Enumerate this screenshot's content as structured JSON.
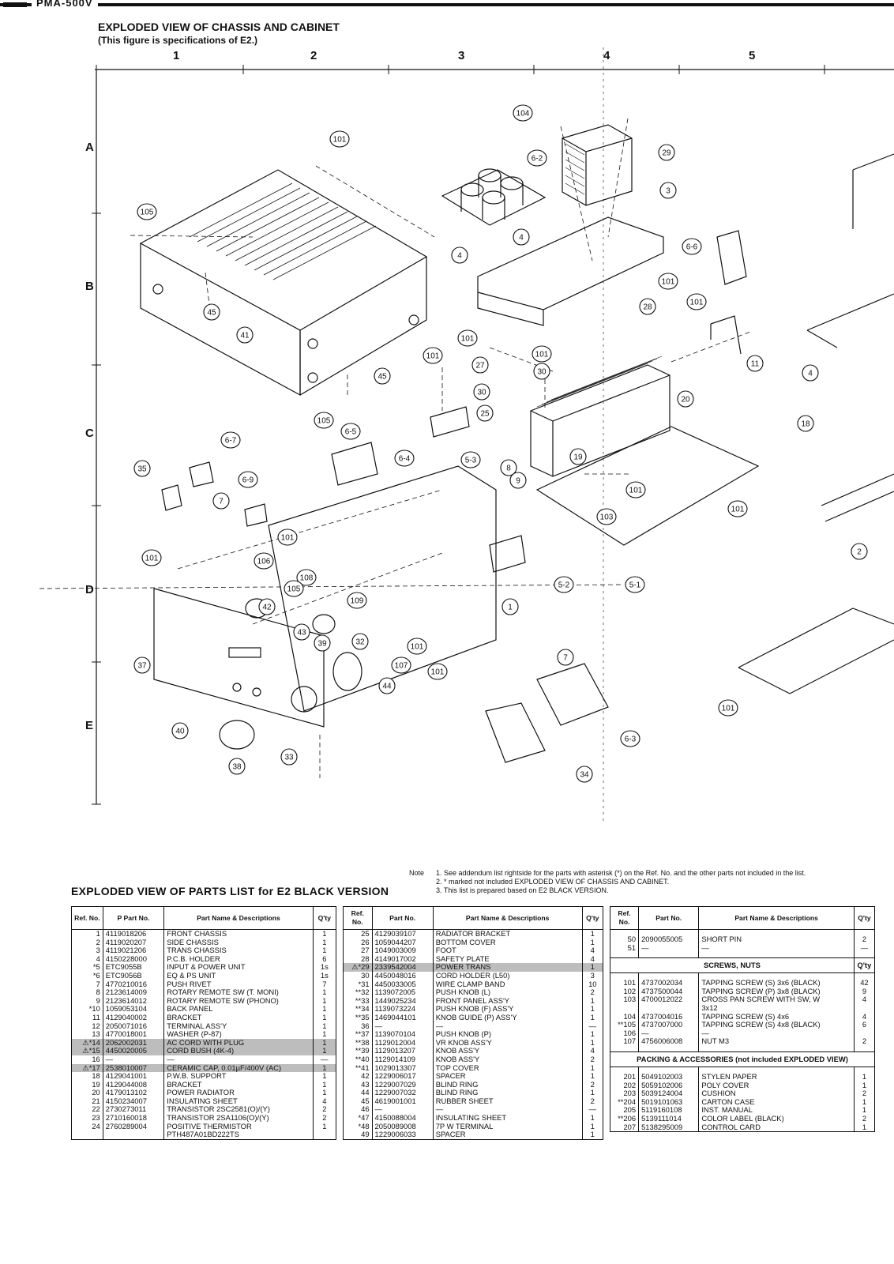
{
  "header": {
    "model": "PMA-500V",
    "title": "EXPLODED VIEW OF CHASSIS AND CABINET",
    "subtitle": "(This figure is specifications of E2.)"
  },
  "grid": {
    "columns": [
      "1",
      "2",
      "3",
      "4",
      "5"
    ],
    "rows": [
      "A",
      "B",
      "C",
      "D",
      "E"
    ]
  },
  "callouts": [
    {
      "id": "101",
      "label": "101"
    },
    {
      "id": "105a",
      "label": "105"
    },
    {
      "id": "45a",
      "label": "45"
    },
    {
      "id": "41",
      "label": "41"
    },
    {
      "id": "45b",
      "label": "45"
    },
    {
      "id": "105b",
      "label": "105"
    },
    {
      "id": "104",
      "label": "104"
    },
    {
      "id": "6-2",
      "label": "6-2"
    },
    {
      "id": "29",
      "label": "29"
    },
    {
      "id": "3",
      "label": "3"
    },
    {
      "id": "4a",
      "label": "4"
    },
    {
      "id": "4b",
      "label": "4"
    },
    {
      "id": "6-6",
      "label": "6-6"
    },
    {
      "id": "101b",
      "label": "101"
    },
    {
      "id": "101c",
      "label": "101"
    },
    {
      "id": "28",
      "label": "28"
    },
    {
      "id": "101d",
      "label": "101"
    },
    {
      "id": "101e",
      "label": "101"
    },
    {
      "id": "27",
      "label": "27"
    },
    {
      "id": "30a",
      "label": "30"
    },
    {
      "id": "11",
      "label": "11"
    },
    {
      "id": "4c",
      "label": "4"
    },
    {
      "id": "101f",
      "label": "101"
    },
    {
      "id": "30b",
      "label": "30"
    },
    {
      "id": "20",
      "label": "20"
    },
    {
      "id": "25",
      "label": "25"
    },
    {
      "id": "18",
      "label": "18"
    },
    {
      "id": "6-7",
      "label": "6-7"
    },
    {
      "id": "6-5",
      "label": "6-5"
    },
    {
      "id": "6-4",
      "label": "6-4"
    },
    {
      "id": "19",
      "label": "19"
    },
    {
      "id": "35",
      "label": "35"
    },
    {
      "id": "6-9",
      "label": "6-9"
    },
    {
      "id": "5-3",
      "label": "5-3"
    },
    {
      "id": "8",
      "label": "8"
    },
    {
      "id": "9",
      "label": "9"
    },
    {
      "id": "101g",
      "label": "101"
    },
    {
      "id": "7a",
      "label": "7"
    },
    {
      "id": "103",
      "label": "103"
    },
    {
      "id": "101h",
      "label": "101"
    },
    {
      "id": "101i",
      "label": "101"
    },
    {
      "id": "101j",
      "label": "101"
    },
    {
      "id": "106",
      "label": "106"
    },
    {
      "id": "108",
      "label": "108"
    },
    {
      "id": "105c",
      "label": "105"
    },
    {
      "id": "5-2",
      "label": "5-2"
    },
    {
      "id": "5-1",
      "label": "5-1"
    },
    {
      "id": "2",
      "label": "2"
    },
    {
      "id": "42",
      "label": "42"
    },
    {
      "id": "109",
      "label": "109"
    },
    {
      "id": "1",
      "label": "1"
    },
    {
      "id": "43",
      "label": "43"
    },
    {
      "id": "39",
      "label": "39"
    },
    {
      "id": "32",
      "label": "32"
    },
    {
      "id": "101k",
      "label": "101"
    },
    {
      "id": "37",
      "label": "37"
    },
    {
      "id": "107",
      "label": "107"
    },
    {
      "id": "101l",
      "label": "101"
    },
    {
      "id": "7b",
      "label": "7"
    },
    {
      "id": "44",
      "label": "44"
    },
    {
      "id": "40",
      "label": "40"
    },
    {
      "id": "101m",
      "label": "101"
    },
    {
      "id": "6-3",
      "label": "6-3"
    },
    {
      "id": "38",
      "label": "38"
    },
    {
      "id": "33",
      "label": "33"
    },
    {
      "id": "34",
      "label": "34"
    }
  ],
  "notes": {
    "label": "Note",
    "items": [
      "1.  See addendum list rightside for the parts with asterisk (*) on the Ref. No. and the other parts not included in the list.",
      "2.  * marked not included EXPLODED VIEW OF CHASSIS AND CABINET.",
      "3.  This list is prepared based on E2 BLACK VERSION."
    ]
  },
  "parts_list": {
    "title": "EXPLODED VIEW OF PARTS LIST for E2 BLACK VERSION",
    "headers": {
      "ref": "Ref. No.",
      "pno": "P Part No.",
      "part": "Part No.",
      "desc": "Part Name & Descriptions",
      "qty": "Q'ty"
    },
    "col1": [
      {
        "ref": "1",
        "part": "4119018206",
        "desc": "FRONT CHASSIS",
        "qty": "1"
      },
      {
        "ref": "2",
        "part": "4119020207",
        "desc": "SIDE CHASSIS",
        "qty": "1"
      },
      {
        "ref": "3",
        "part": "4119021206",
        "desc": "TRANS CHASSIS",
        "qty": "1"
      },
      {
        "ref": "4",
        "part": "4150228000",
        "desc": "P.C.B. HOLDER",
        "qty": "6"
      },
      {
        "ref": "*5",
        "part": "ETC9055B",
        "desc": "INPUT & POWER UNIT",
        "qty": "1s"
      },
      {
        "ref": "*6",
        "part": "ETC9056B",
        "desc": "EQ & PS UNIT",
        "qty": "1s"
      },
      {
        "ref": "7",
        "part": "4770210016",
        "desc": "PUSH RIVET",
        "qty": "7"
      },
      {
        "ref": "8",
        "part": "2123614009",
        "desc": "ROTARY REMOTE SW (T. MONI)",
        "qty": "1"
      },
      {
        "ref": "9",
        "part": "2123614012",
        "desc": "ROTARY REMOTE SW (PHONO)",
        "qty": "1"
      },
      {
        "ref": "*10",
        "part": "1059053104",
        "desc": "BACK PANEL",
        "qty": "1"
      },
      {
        "ref": "11",
        "part": "4129040002",
        "desc": "BRACKET",
        "qty": "1"
      },
      {
        "ref": "12",
        "part": "2050071016",
        "desc": "TERMINAL ASS'Y",
        "qty": "1"
      },
      {
        "ref": "13",
        "part": "4770018001",
        "desc": "WASHER (P-87)",
        "qty": "1"
      },
      {
        "ref": "⚠*14",
        "part": "2062002031",
        "desc": "AC CORD WITH PLUG",
        "qty": "1",
        "hl": true
      },
      {
        "ref": "⚠*15",
        "part": "4450020005",
        "desc": "CORD BUSH (4K-4)",
        "qty": "1",
        "hl": true
      },
      {
        "ref": "16",
        "part": "—",
        "desc": "—",
        "qty": "—"
      },
      {
        "ref": "⚠*17",
        "part": "2538010007",
        "desc": "CERAMIC CAP, 0.01µF/400V (AC)",
        "qty": "1",
        "hl": true
      },
      {
        "ref": "18",
        "part": "4129041001",
        "desc": "P.W.B. SUPPORT",
        "qty": "1"
      },
      {
        "ref": "19",
        "part": "4129044008",
        "desc": "BRACKET",
        "qty": "1"
      },
      {
        "ref": "20",
        "part": "4179013102",
        "desc": "POWER RADIATOR",
        "qty": "1"
      },
      {
        "ref": "21",
        "part": "4150234007",
        "desc": "INSULATING SHEET",
        "qty": "4"
      },
      {
        "ref": "22",
        "part": "2730273011",
        "desc": "TRANSISTOR 2SC2581(O)/(Y)",
        "qty": "2"
      },
      {
        "ref": "23",
        "part": "2710160018",
        "desc": "TRANSISTOR 2SA1106(O)/(Y)",
        "qty": "2"
      },
      {
        "ref": "24",
        "part": "2760289004",
        "desc": "POSITIVE THERMISTOR",
        "qty": "1"
      },
      {
        "ref": "",
        "part": "",
        "desc": "PTH487A01BD222TS",
        "qty": ""
      }
    ],
    "col2": [
      {
        "ref": "25",
        "part": "4129039107",
        "desc": "RADIATOR BRACKET",
        "qty": "1"
      },
      {
        "ref": "26",
        "part": "1059044207",
        "desc": "BOTTOM COVER",
        "qty": "1"
      },
      {
        "ref": "27",
        "part": "1049003009",
        "desc": "FOOT",
        "qty": "4"
      },
      {
        "ref": "28",
        "part": "4149017002",
        "desc": "SAFETY PLATE",
        "qty": "4"
      },
      {
        "ref": "⚠*29",
        "part": "2339542004",
        "desc": "POWER TRANS",
        "qty": "1",
        "hl": true
      },
      {
        "ref": "30",
        "part": "4450048016",
        "desc": "CORD HOLDER (L50)",
        "qty": "3"
      },
      {
        "ref": "*31",
        "part": "4450033005",
        "desc": "WIRE CLAMP BAND",
        "qty": "10"
      },
      {
        "ref": "**32",
        "part": "1139072005",
        "desc": "PUSH KNOB (L)",
        "qty": "2"
      },
      {
        "ref": "**33",
        "part": "1449025234",
        "desc": "FRONT PANEL ASS'Y",
        "qty": "1"
      },
      {
        "ref": "**34",
        "part": "1139073224",
        "desc": "PUSH KNOB (F) ASS'Y",
        "qty": "1"
      },
      {
        "ref": "**35",
        "part": "1469044101",
        "desc": "KNOB GUIDE (P) ASS'Y",
        "qty": "1"
      },
      {
        "ref": "36",
        "part": "—",
        "desc": "—",
        "qty": "—"
      },
      {
        "ref": "**37",
        "part": "1139070104",
        "desc": "PUSH KNOB (P)",
        "qty": "1"
      },
      {
        "ref": "**38",
        "part": "1129012004",
        "desc": "VR KNOB ASS'Y",
        "qty": "1"
      },
      {
        "ref": "**39",
        "part": "1129013207",
        "desc": "KNOB ASS'Y",
        "qty": "4"
      },
      {
        "ref": "**40",
        "part": "1129014109",
        "desc": "KNOB ASS'Y",
        "qty": "2"
      },
      {
        "ref": "**41",
        "part": "1029013307",
        "desc": "TOP COVER",
        "qty": "1"
      },
      {
        "ref": "42",
        "part": "1229006017",
        "desc": "SPACER",
        "qty": "1"
      },
      {
        "ref": "43",
        "part": "1229007029",
        "desc": "BLIND RING",
        "qty": "2"
      },
      {
        "ref": "44",
        "part": "1229007032",
        "desc": "BLIND RING",
        "qty": "1"
      },
      {
        "ref": "45",
        "part": "4619001001",
        "desc": "RUBBER SHEET",
        "qty": "2"
      },
      {
        "ref": "46",
        "part": "—",
        "desc": "—",
        "qty": "—"
      },
      {
        "ref": "*47",
        "part": "4150088004",
        "desc": "INSULATING SHEET",
        "qty": "1"
      },
      {
        "ref": "*48",
        "part": "2050089008",
        "desc": "7P W TERMINAL",
        "qty": "1"
      },
      {
        "ref": "49",
        "part": "1229006033",
        "desc": "SPACER",
        "qty": "1"
      }
    ],
    "col3": [
      {
        "ref": "50",
        "part": "2090055005",
        "desc": "SHORT PIN",
        "qty": "2"
      },
      {
        "ref": "51",
        "part": "—",
        "desc": "—",
        "qty": "—"
      }
    ],
    "screws_title": "SCREWS, NUTS",
    "screws": [
      {
        "ref": "101",
        "part": "4737002034",
        "desc": "TAPPING SCREW (S) 3x6 (BLACK)",
        "qty": "42"
      },
      {
        "ref": "102",
        "part": "4737500044",
        "desc": "TAPPING SCREW (P) 3x8 (BLACK)",
        "qty": "9"
      },
      {
        "ref": "103",
        "part": "4700012022",
        "desc": "CROSS PAN SCREW WITH SW, W",
        "qty": "4"
      },
      {
        "ref": "",
        "part": "",
        "desc": "3x12",
        "qty": ""
      },
      {
        "ref": "104",
        "part": "4737004016",
        "desc": "TAPPING SCREW (S) 4x6",
        "qty": "4"
      },
      {
        "ref": "**105",
        "part": "4737007000",
        "desc": "TAPPING SCREW (S) 4x8 (BLACK)",
        "qty": "6"
      },
      {
        "ref": "106",
        "part": "—",
        "desc": "—",
        "qty": ""
      },
      {
        "ref": "107",
        "part": "4756006008",
        "desc": "NUT M3",
        "qty": "2"
      }
    ],
    "packing_title": "PACKING & ACCESSORIES (not included EXPLODED VIEW)",
    "packing": [
      {
        "ref": "201",
        "part": "5049102003",
        "desc": "STYLEN PAPER",
        "qty": "1"
      },
      {
        "ref": "202",
        "part": "5059102006",
        "desc": "POLY COVER",
        "qty": "1"
      },
      {
        "ref": "203",
        "part": "5039124004",
        "desc": "CUSHION",
        "qty": "2"
      },
      {
        "ref": "**204",
        "part": "5019101063",
        "desc": "CARTON CASE",
        "qty": "1"
      },
      {
        "ref": "205",
        "part": "5119160108",
        "desc": "INST. MANUAL",
        "qty": "1"
      },
      {
        "ref": "**206",
        "part": "5139111014",
        "desc": "COLOR LABEL (BLACK)",
        "qty": "2"
      },
      {
        "ref": "207",
        "part": "5138295009",
        "desc": "CONTROL CARD",
        "qty": "1"
      }
    ]
  }
}
